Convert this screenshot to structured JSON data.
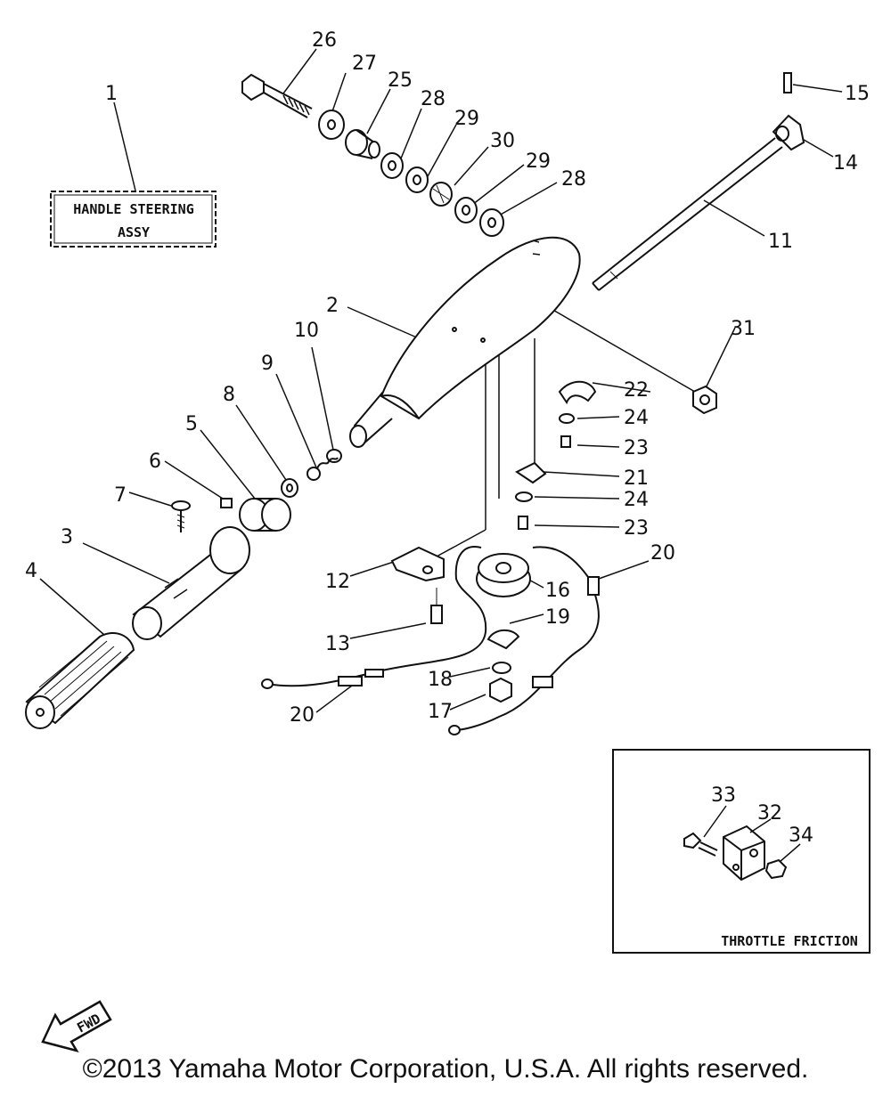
{
  "callouts": [
    {
      "id": "c1",
      "text": "1"
    },
    {
      "id": "c2",
      "text": "2"
    },
    {
      "id": "c3",
      "text": "3"
    },
    {
      "id": "c4",
      "text": "4"
    },
    {
      "id": "c5",
      "text": "5"
    },
    {
      "id": "c6",
      "text": "6"
    },
    {
      "id": "c7",
      "text": "7"
    },
    {
      "id": "c8",
      "text": "8"
    },
    {
      "id": "c9",
      "text": "9"
    },
    {
      "id": "c10",
      "text": "10"
    },
    {
      "id": "c11",
      "text": "11"
    },
    {
      "id": "c12",
      "text": "12"
    },
    {
      "id": "c13",
      "text": "13"
    },
    {
      "id": "c14",
      "text": "14"
    },
    {
      "id": "c15",
      "text": "15"
    },
    {
      "id": "c16",
      "text": "16"
    },
    {
      "id": "c17",
      "text": "17"
    },
    {
      "id": "c18",
      "text": "18"
    },
    {
      "id": "c19",
      "text": "19"
    },
    {
      "id": "c20a",
      "text": "20"
    },
    {
      "id": "c20b",
      "text": "20"
    },
    {
      "id": "c21",
      "text": "21"
    },
    {
      "id": "c22",
      "text": "22"
    },
    {
      "id": "c23a",
      "text": "23"
    },
    {
      "id": "c23b",
      "text": "23"
    },
    {
      "id": "c24a",
      "text": "24"
    },
    {
      "id": "c24b",
      "text": "24"
    },
    {
      "id": "c25",
      "text": "25"
    },
    {
      "id": "c26",
      "text": "26"
    },
    {
      "id": "c27",
      "text": "27"
    },
    {
      "id": "c28a",
      "text": "28"
    },
    {
      "id": "c28b",
      "text": "28"
    },
    {
      "id": "c29a",
      "text": "29"
    },
    {
      "id": "c29b",
      "text": "29"
    },
    {
      "id": "c30",
      "text": "30"
    },
    {
      "id": "c31",
      "text": "31"
    },
    {
      "id": "c32",
      "text": "32"
    },
    {
      "id": "c33",
      "text": "33"
    },
    {
      "id": "c34",
      "text": "34"
    }
  ],
  "labels": {
    "handle_steering_line1": "HANDLE STEERING",
    "handle_steering_line2": "ASSY",
    "throttle_friction": "THROTTLE FRICTION",
    "fwd": "FWD"
  },
  "copyright": "©2013 Yamaha Motor Corporation, U.S.A. All rights reserved."
}
